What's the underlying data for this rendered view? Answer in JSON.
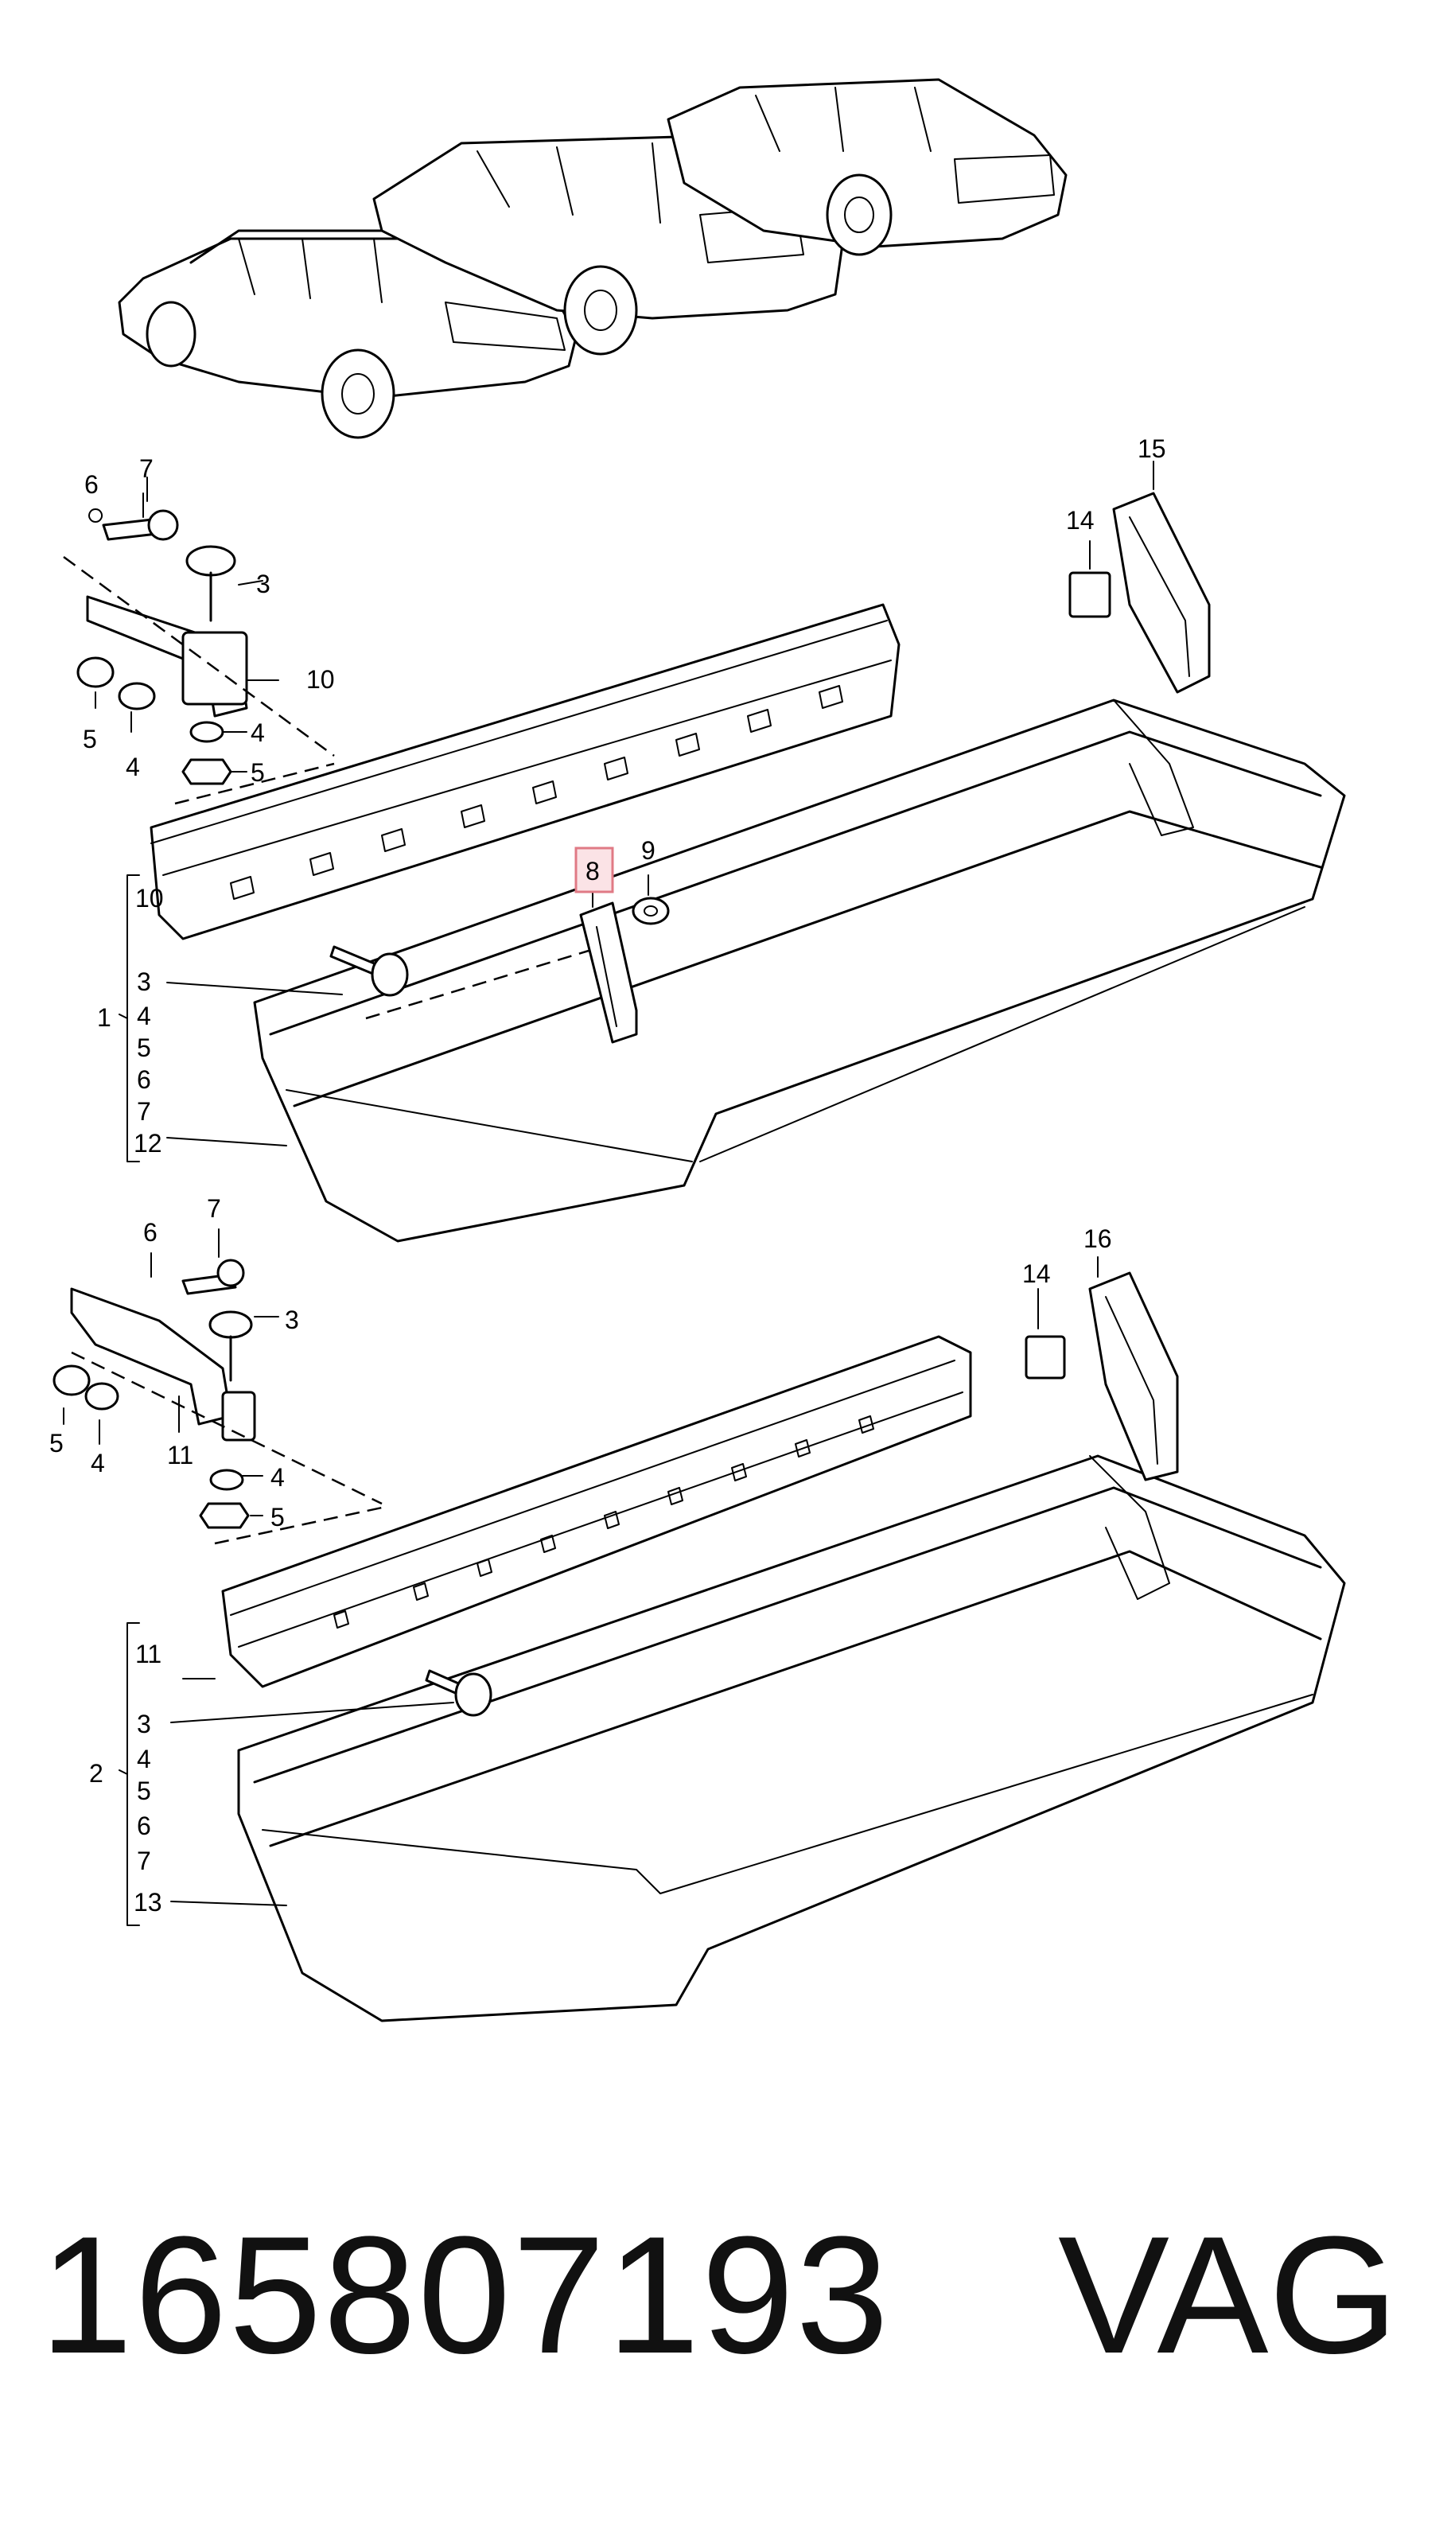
{
  "labels": {
    "l1": "1",
    "l2": "2",
    "l3a": "3",
    "l3b": "3",
    "l3c": "3",
    "l3d": "3",
    "l4a": "4",
    "l4b": "4",
    "l4c": "4",
    "l4d": "4",
    "l4e": "4",
    "l4f": "4",
    "l5a": "5",
    "l5b": "5",
    "l5c": "5",
    "l5d": "5",
    "l5e": "5",
    "l5f": "5",
    "l6a": "6",
    "l6b": "6",
    "l6c": "6",
    "l6d": "6",
    "l7a": "7",
    "l7b": "7",
    "l7c": "7",
    "l7d": "7",
    "l8": "8",
    "l9": "9",
    "l10a": "10",
    "l10b": "10",
    "l11a": "11",
    "l11b": "11",
    "l12": "12",
    "l13": "13",
    "l14a": "14",
    "l14b": "14",
    "l15": "15",
    "l16": "16"
  },
  "footer": {
    "part_number": "165807193",
    "brand": "VAG"
  },
  "colors": {
    "highlight_border": "#e07a85",
    "highlight_fill": "#fbe3e6"
  }
}
